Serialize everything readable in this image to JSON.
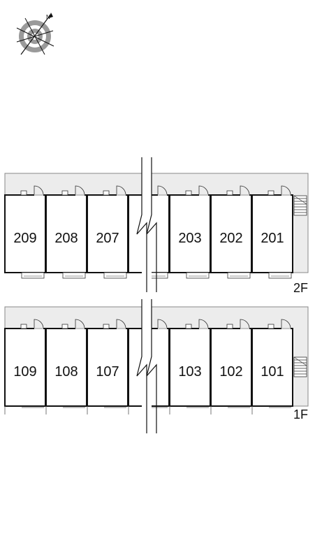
{
  "compass": {
    "north_label": "N",
    "icon": "compass-rose-icon"
  },
  "floors": [
    {
      "label": "2F",
      "units": [
        "209",
        "208",
        "207",
        "",
        "203",
        "202",
        "201"
      ],
      "stair_side": "right-top",
      "balconies": true
    },
    {
      "label": "1F",
      "units": [
        "109",
        "108",
        "107",
        "",
        "103",
        "102",
        "101"
      ],
      "stair_side": "right-middle",
      "balconies": false
    }
  ],
  "colors": {
    "corridor": "#ececec",
    "corridor_stroke": "#888888",
    "wall": "#111111",
    "compass_ring": "#9a9a9a"
  }
}
